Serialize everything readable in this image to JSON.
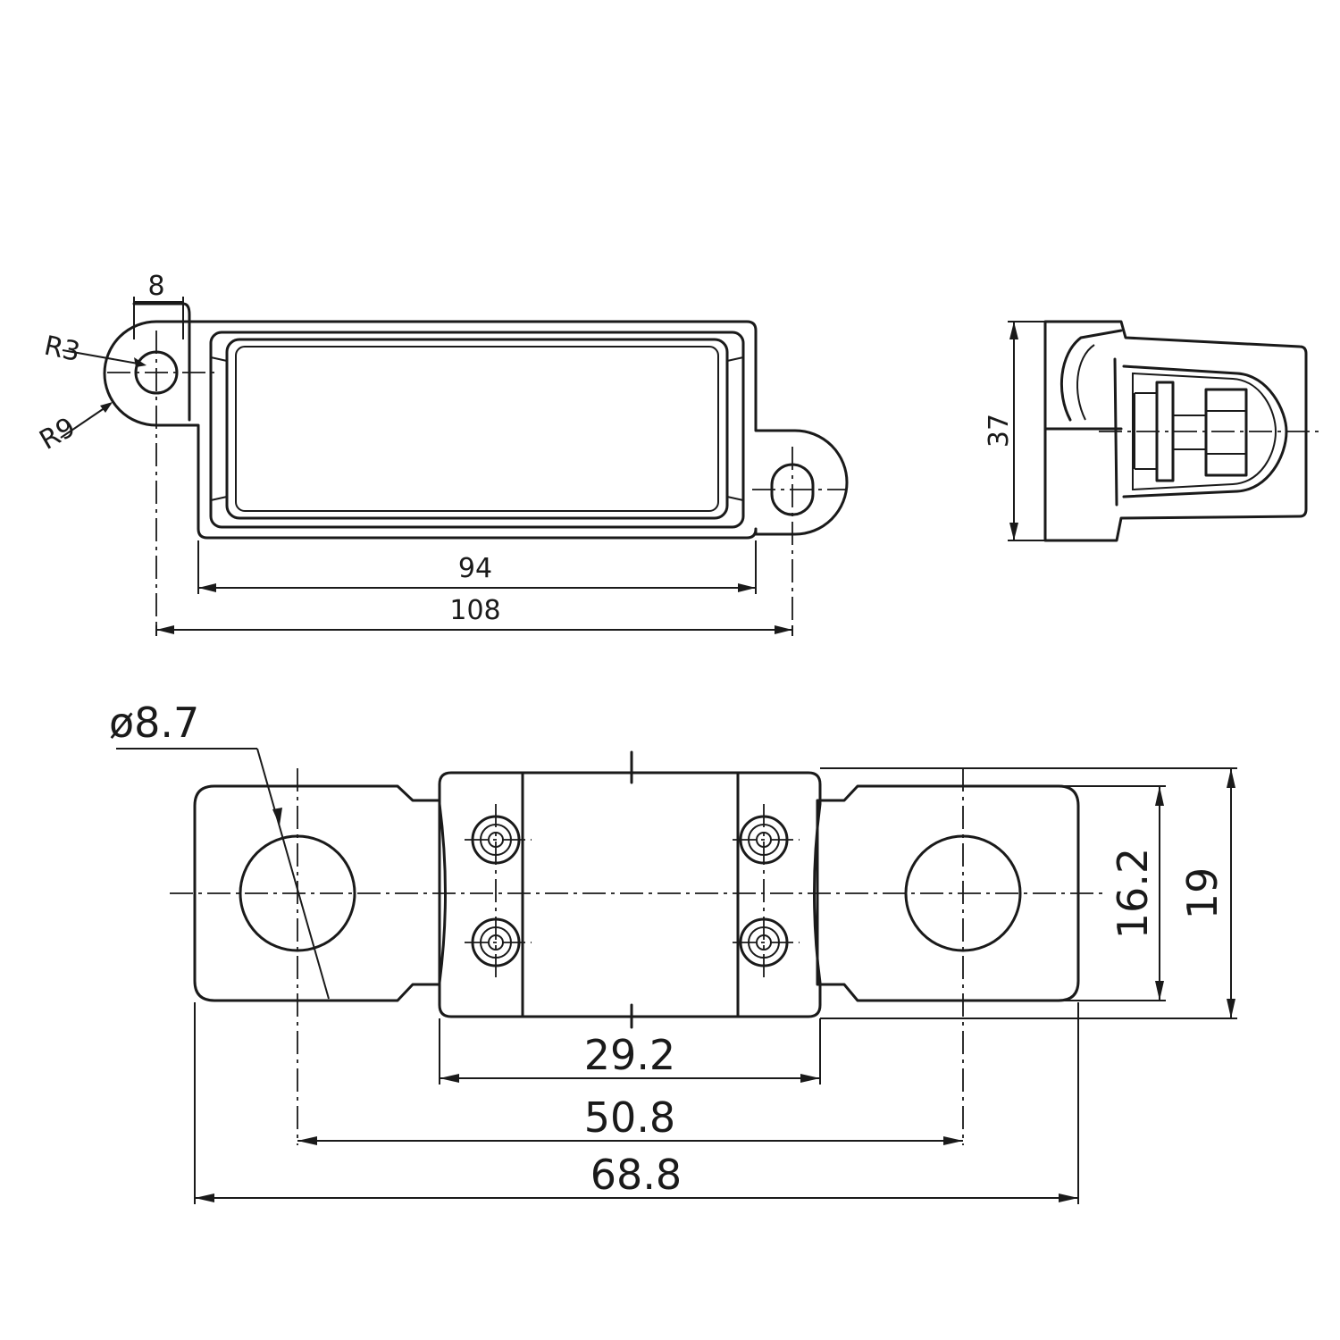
{
  "diagram": {
    "top_view": {
      "dim_tab_width": "8",
      "dim_inner_radius": "R3",
      "dim_outer_radius": "R9",
      "dim_body_length": "94",
      "dim_overall_length": "108"
    },
    "side_view": {
      "dim_height": "37"
    },
    "bottom_view": {
      "dim_hole_diameter": "ø8.7",
      "dim_center_width": "29.2",
      "dim_hole_spacing": "50.8",
      "dim_overall_length": "68.8",
      "dim_terminal_width": "16.2",
      "dim_overall_width": "19"
    }
  }
}
